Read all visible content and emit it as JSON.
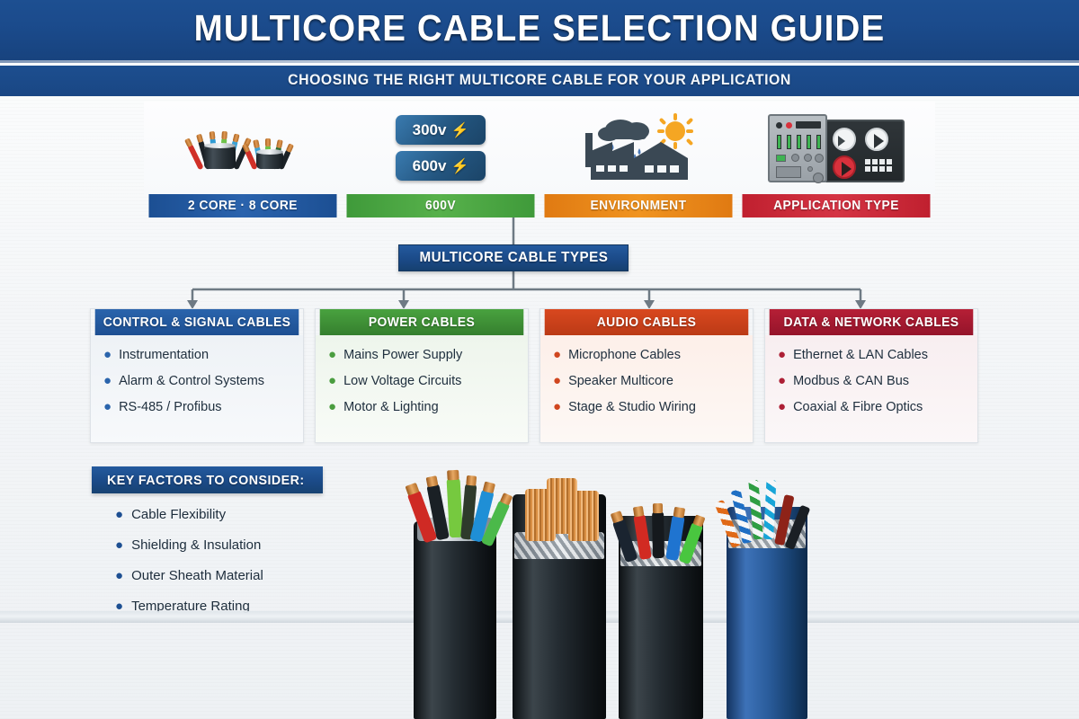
{
  "header": {
    "title": "MULTICORE CABLE SELECTION GUIDE",
    "subtitle": "CHOOSING THE RIGHT MULTICORE CABLE FOR YOUR APPLICATION",
    "band_color": "#1b4b8c"
  },
  "criteria": [
    {
      "label": "2 CORE · 8 CORE",
      "icon": "cable-bundle-icon",
      "color": "#1c4f93"
    },
    {
      "label": "600V",
      "icon": "voltage-badges-icon",
      "color": "#3f9a3a",
      "badges": [
        {
          "value": "300v",
          "symbol": "⚡"
        },
        {
          "value": "600v",
          "symbol": "⚡"
        }
      ]
    },
    {
      "label": "ENVIRONMENT",
      "icon": "factory-weather-icon",
      "color": "#e07a12"
    },
    {
      "label": "APPLICATION TYPE",
      "icon": "control-panel-icon",
      "color": "#c0202f"
    }
  ],
  "hub": {
    "label": "MULTICORE CABLE TYPES",
    "color": "#1b4a88"
  },
  "cards": [
    {
      "title": "CONTROL & SIGNAL CABLES",
      "color": "#1d4f92",
      "items": [
        "Instrumentation",
        "Alarm & Control Systems",
        "RS-485 / Profibus"
      ]
    },
    {
      "title": "POWER CABLES",
      "color": "#357f2e",
      "items": [
        "Mains Power Supply",
        "Low Voltage Circuits",
        "Motor & Lighting"
      ]
    },
    {
      "title": "AUDIO CABLES",
      "color": "#bb3a16",
      "items": [
        "Microphone Cables",
        "Speaker Multicore",
        "Stage & Studio Wiring"
      ]
    },
    {
      "title": "DATA & NETWORK CABLES",
      "color": "#95142a",
      "items": [
        "Ethernet & LAN Cables",
        "Modbus & CAN Bus",
        "Coaxial & Fibre Optics"
      ]
    }
  ],
  "key_factors": {
    "title": "KEY FACTORS TO CONSIDER:",
    "color": "#1b4a88",
    "items": [
      "Cable Flexibility",
      "Shielding & Insulation",
      "Outer Sheath Material",
      "Temperature Rating"
    ]
  },
  "cable_photos": [
    {
      "name": "multicore-coloured-cores-cable",
      "sheath": "#252d33"
    },
    {
      "name": "armoured-copper-power-cable",
      "sheath": "#252d33"
    },
    {
      "name": "braided-shield-control-cable",
      "sheath": "#252d33"
    },
    {
      "name": "blue-twisted-pair-data-cable",
      "sheath": "#2a5c9b"
    }
  ]
}
